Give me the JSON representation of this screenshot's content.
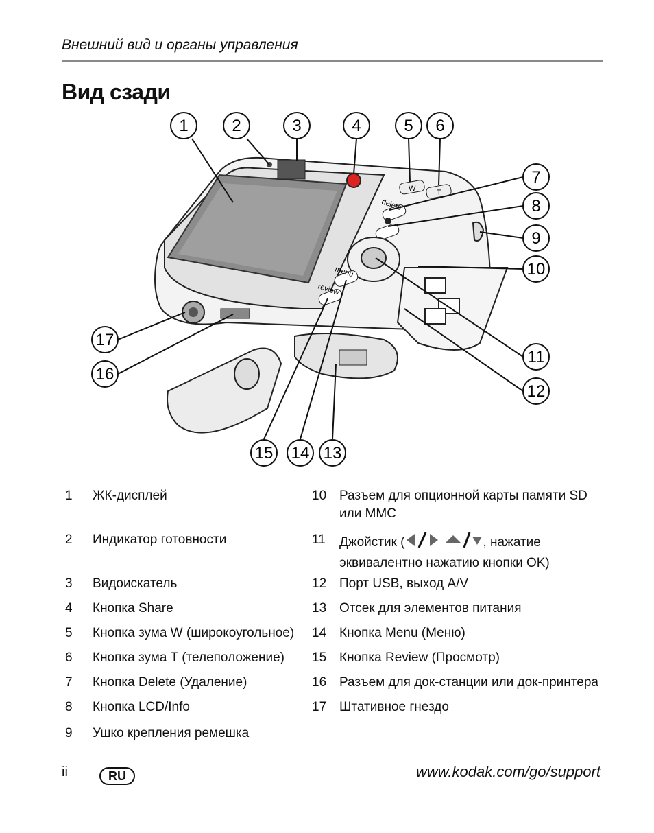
{
  "header": {
    "section_title": "Внешний вид и органы управления"
  },
  "page_title": "Вид сзади",
  "callouts": [
    "1",
    "2",
    "3",
    "4",
    "5",
    "6",
    "7",
    "8",
    "9",
    "10",
    "11",
    "12",
    "13",
    "14",
    "15",
    "16",
    "17"
  ],
  "camera_labels": {
    "delete": "delete",
    "menu": "menu",
    "review": "review",
    "zoom_w": "W",
    "zoom_t": "T"
  },
  "legend_left": [
    {
      "num": "1",
      "text": "ЖК-дисплей"
    },
    {
      "num": "2",
      "text": "Индикатор готовности"
    },
    {
      "num": "3",
      "text": "Видоискатель"
    },
    {
      "num": "4",
      "text": "Кнопка Share"
    },
    {
      "num": "5",
      "text": "Кнопка зума W (широкоугольное)"
    },
    {
      "num": "6",
      "text": "Кнопка зума T (телеположение)"
    },
    {
      "num": "7",
      "text": "Кнопка Delete (Удаление)"
    },
    {
      "num": "8",
      "text": "Кнопка LCD/Info"
    },
    {
      "num": "9",
      "text": "Ушко крепления ремешка"
    }
  ],
  "legend_right": [
    {
      "num": "10",
      "text": "Разъем для опционной карты памяти SD или MMC"
    },
    {
      "num": "11",
      "text_before": "Джойстик (",
      "text_after": ", нажатие эквивалентно нажатию кнопки OK)"
    },
    {
      "num": "12",
      "text": "Порт USB, выход A/V"
    },
    {
      "num": "13",
      "text": "Отсек для элементов питания"
    },
    {
      "num": "14",
      "text": "Кнопка Menu (Меню)"
    },
    {
      "num": "15",
      "text": "Кнопка Review (Просмотр)"
    },
    {
      "num": "16",
      "text": "Разъем для док-станции или док-принтера"
    },
    {
      "num": "17",
      "text": "Штативное гнездо"
    }
  ],
  "footer": {
    "page_number": "ii",
    "language_badge": "RU",
    "url": "www.kodak.com/go/support"
  }
}
